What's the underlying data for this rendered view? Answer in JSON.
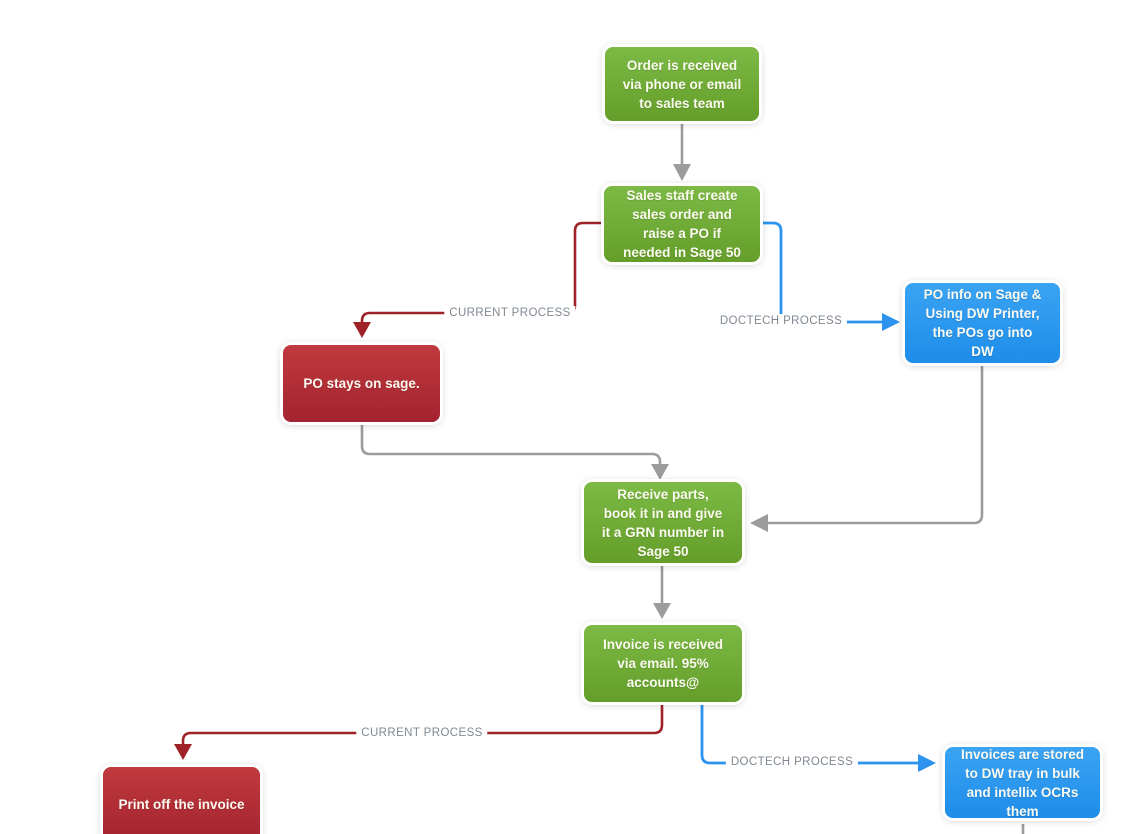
{
  "diagram": {
    "nodes": [
      {
        "id": "order-received",
        "color": "green",
        "label": "Order is received\nvia phone or email\nto sales team"
      },
      {
        "id": "sales-order",
        "color": "green",
        "label": "Sales staff create\nsales order and\nraise a PO if\nneeded in Sage 50"
      },
      {
        "id": "po-stays-on-sage",
        "color": "red",
        "label": "PO stays on sage."
      },
      {
        "id": "po-into-dw",
        "color": "blue",
        "label": "PO info on Sage &\nUsing DW Printer,\nthe POs go into\nDW"
      },
      {
        "id": "receive-parts",
        "color": "green",
        "label": "Receive parts,\nbook it in and give\nit a GRN number in\nSage 50"
      },
      {
        "id": "invoice-received",
        "color": "green",
        "label": "Invoice is received\nvia email. 95%\naccounts@"
      },
      {
        "id": "print-invoice",
        "color": "red",
        "label": "Print off the invoice"
      },
      {
        "id": "invoices-stored",
        "color": "blue",
        "label": "Invoices are stored\nto DW tray in bulk\nand intellix OCRs\nthem"
      }
    ],
    "edge_labels": [
      {
        "id": "current-process-1",
        "text": "CURRENT PROCESS"
      },
      {
        "id": "doctech-process-1",
        "text": "DOCTECH PROCESS"
      },
      {
        "id": "current-process-2",
        "text": "CURRENT PROCESS"
      },
      {
        "id": "doctech-process-2",
        "text": "DOCTECH PROCESS"
      }
    ],
    "colors": {
      "node_green_top": "#7cba45",
      "node_green_bottom": "#659e2a",
      "node_red_top": "#c03a3e",
      "node_red_bottom": "#a32330",
      "node_blue_top": "#3aa3f3",
      "node_blue_bottom": "#1e8de9",
      "connector_gray": "#9c9c9c",
      "connector_dark_red": "#9e2228",
      "connector_blue": "#2e93ee",
      "edge_label_text": "#7f8892"
    }
  }
}
